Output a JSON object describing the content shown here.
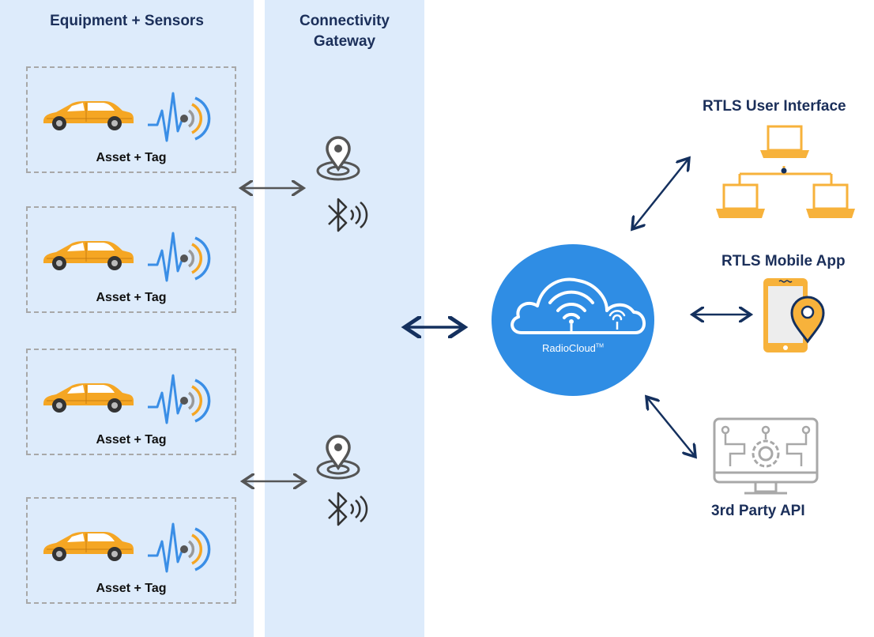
{
  "columns": {
    "equipment_title": "Equipment + Sensors",
    "gateway_title_line1": "Connectivity",
    "gateway_title_line2": "Gateway"
  },
  "assets": [
    {
      "label": "Asset + Tag"
    },
    {
      "label": "Asset + Tag"
    },
    {
      "label": "Asset + Tag"
    },
    {
      "label": "Asset + Tag"
    }
  ],
  "cloud": {
    "name": "RadioCloud",
    "trademark": "TM"
  },
  "endpoints": {
    "ui_title": "RTLS User Interface",
    "mobile_title": "RTLS Mobile App",
    "api_title": "3rd Party API"
  },
  "colors": {
    "panel": "#ddebfb",
    "title_navy": "#1b2f5a",
    "cloud_blue": "#2f8de4",
    "car_orange": "#f5a623",
    "signal_blue": "#3a8ee6",
    "signal_orange": "#f5a623",
    "device_orange": "#f7b23b",
    "arrow_gray": "#555555",
    "arrow_navy": "#14305e"
  }
}
